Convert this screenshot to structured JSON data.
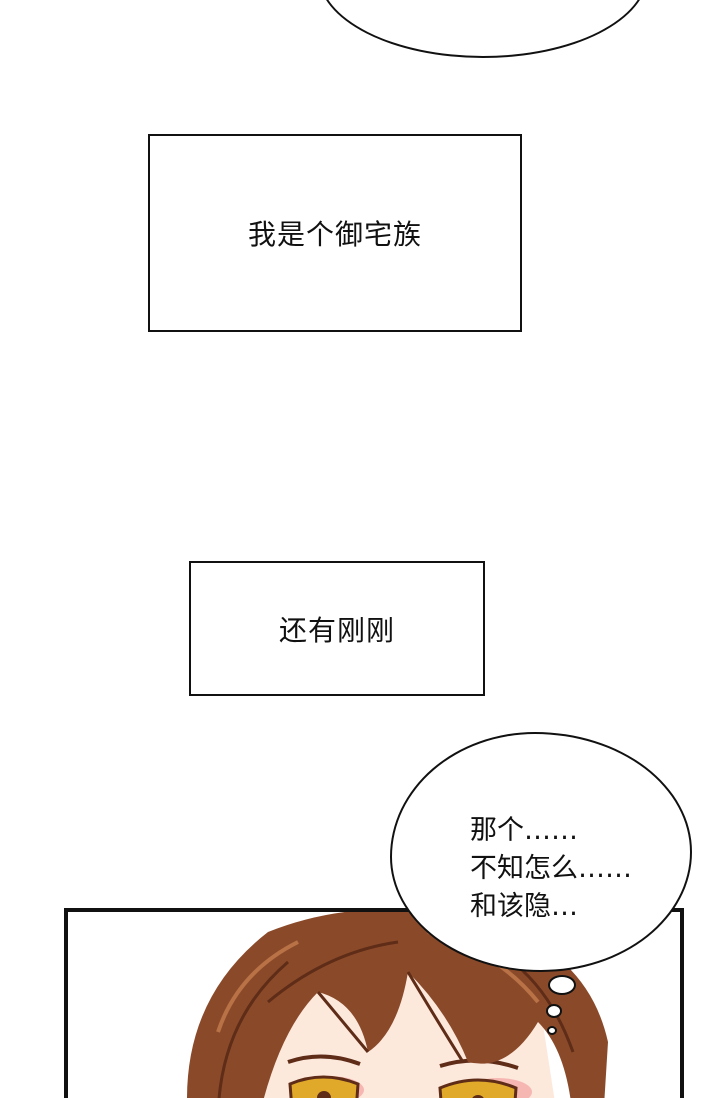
{
  "captions": {
    "first": "我是个御宅族",
    "second": "还有刚刚"
  },
  "speech": {
    "line1": "那个……",
    "line2": "不知怎么……",
    "line3": "和该隐…"
  },
  "colors": {
    "hair": "#8a4a2a",
    "hair_dark": "#5e2c17",
    "skin": "#fde8dc",
    "blush": "#f2a3a0",
    "eye": "#e0a92a",
    "ink": "#111111"
  }
}
